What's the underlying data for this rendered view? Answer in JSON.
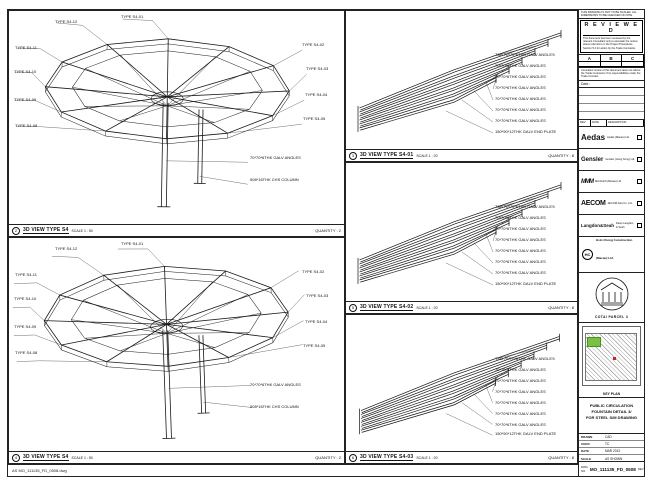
{
  "page": {
    "file_note": "AS  MO_111135_FD_0508.dwg"
  },
  "colors": {
    "keyplan_green": "#7ac143",
    "marker_red": "#cc2222",
    "line_black": "#111111"
  },
  "panels": [
    {
      "num": "2",
      "title": "3D VIEW TYPE S4",
      "scale": "SCALE 1 : 50",
      "quantity": "QUANTITY : 2",
      "annotations": [
        "TYPE S4-01",
        "TYPE S4-12",
        "TYPE S4-11",
        "TYPE S4-10",
        "TYPE S4-09",
        "TYPE S4-08",
        "TYPE S4-02",
        "TYPE S4-03",
        "TYPE S4-04",
        "TYPE S4-05",
        "70*70*6THK GALV ANGLES",
        "508*16THK CHS COLUMN"
      ]
    },
    {
      "num": "4",
      "title": "3D VIEW TYPE S4",
      "scale": "SCALE 1 : 50",
      "quantity": "QUANTITY : 2",
      "annotations": [
        "TYPE S4-01",
        "TYPE S4-12",
        "TYPE S4-11",
        "TYPE S4-10",
        "TYPE S4-09",
        "TYPE S4-08",
        "TYPE S4-02",
        "TYPE S4-03",
        "TYPE S4-04",
        "TYPE S4-05",
        "70*70*6THK GALV ANGLES",
        "508*16THK CHS COLUMN"
      ]
    },
    {
      "num": "3",
      "title": "3D VIEW TYPE S4-01",
      "scale": "SCALE 1 : 20",
      "quantity": "QUANTITY : 8",
      "annotations": [
        "T&B 70*70*6THK GALV ANGLES",
        "70*70*6THK GALV ANGLES",
        "70*70*6THK GALV ANGLES",
        "70*70*6THK GALV ANGLES",
        "70*70*6THK GALV ANGLES",
        "70*70*6THK GALV ANGLES",
        "70*70*6THK GALV ANGLES",
        "150*90*12THK GALV END PLATE"
      ]
    },
    {
      "num": "5",
      "title": "3D VIEW TYPE S4-02",
      "scale": "SCALE 1 : 20",
      "quantity": "QUANTITY : 8",
      "annotations": [
        "T&B 70*70*6THK GALV ANGLES",
        "70*70*6THK GALV ANGLES",
        "70*70*6THK GALV ANGLES",
        "70*70*6THK GALV ANGLES",
        "70*70*6THK GALV ANGLES",
        "70*70*6THK GALV ANGLES",
        "70*70*6THK GALV ANGLES",
        "150*90*12THK GALV END PLATE"
      ]
    },
    {
      "num": "6",
      "title": "3D VIEW TYPE S4-03",
      "scale": "SCALE 1 : 20",
      "quantity": "QUANTITY : 8",
      "annotations": [
        "T&B 70*70*6THK GALV ANGLES",
        "70*70*6THK GALV ANGLES",
        "70*70*6THK GALV ANGLES",
        "70*70*6THK GALV ANGLES",
        "70*70*6THK GALV ANGLES",
        "70*70*6THK GALV ANGLES",
        "70*70*6THK GALV ANGLES",
        "150*90*12THK GALV END PLATE"
      ]
    }
  ],
  "titleblock": {
    "top_note": "THIS DRAWING IS NOT TO BE SCALED. ALL DIMENSIONS TO BE CHECKED ON SITE.",
    "reviewed": {
      "title": "R E V I E W E D",
      "body": "This document has been reviewed by the relevant Consultant only to ascertain the review status referred to in the Project Procedures Section 5.4 for action by the Trade Contractor.",
      "cols": [
        "A",
        "B",
        "C"
      ],
      "note": "Consultant review of this document does not relieve the Trade Contractor of its responsibilities under the Trade Contract.",
      "date_label": "Date :"
    },
    "rev_table": [
      "REV",
      "DATE",
      "DESCRIPTION"
    ],
    "consultants": [
      {
        "logo": "Aedas",
        "text": "Aedas (Macau) Ltd."
      },
      {
        "logo": "Gensler",
        "text": "Gensler (Hong Kong) Ltd."
      },
      {
        "logo": "MMM",
        "text": "Meinhardt (Macau) Ltd."
      },
      {
        "logo": "AECOM",
        "text": "AECOM Asia Co. Ltd."
      },
      {
        "logo": "Langdon&Seah",
        "text": "Davis Langdon & Seah"
      }
    ],
    "contractor": {
      "logo": "HC",
      "name": "Hsin Chong Construction (Macau) Ltd.",
      "role": "Main Contractor"
    },
    "seal_caption": "COTAI PARCEL 3",
    "keyplan_label": "KEY PLAN",
    "title_lines": [
      "PUBLIC CIRCULATION",
      "FOUNTAIN DETAIL 3/",
      "FOR STEEL S/M DRAWING"
    ],
    "fields": [
      {
        "label": "DRAWN",
        "value": "CAD"
      },
      {
        "label": "CHKD",
        "value": "TC"
      },
      {
        "label": "DATE",
        "value": "MAR 2013"
      },
      {
        "label": "SCALE",
        "value": "AS SHOWN"
      }
    ],
    "dwg": {
      "label": "DWG NO.",
      "value": "MO_111135_FD_0508",
      "rev_label": "REV",
      "rev": "A"
    }
  }
}
